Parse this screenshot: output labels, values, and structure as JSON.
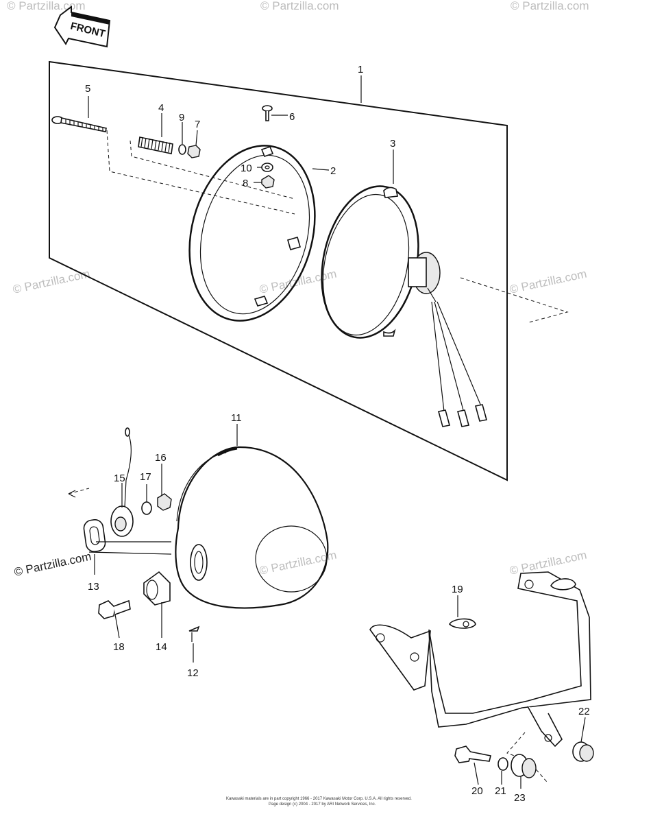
{
  "front_label": "FRONT",
  "watermark_text": "© Partzilla.com",
  "left_watermark_text": "© Partzilla.com",
  "copyright_lines": [
    "Kawasaki materials are in part copyright 1966 - 2017 Kawasaki Motor Corp. U.S.A. All rights reserved.",
    "Page design (c) 2004 - 2017 by ARI Network Services, Inc."
  ],
  "callouts": [
    {
      "id": "c1",
      "label": "1"
    },
    {
      "id": "c2",
      "label": "2"
    },
    {
      "id": "c3",
      "label": "3"
    },
    {
      "id": "c4",
      "label": "4"
    },
    {
      "id": "c5",
      "label": "5"
    },
    {
      "id": "c6",
      "label": "6"
    },
    {
      "id": "c7",
      "label": "7"
    },
    {
      "id": "c8",
      "label": "8"
    },
    {
      "id": "c9",
      "label": "9"
    },
    {
      "id": "c10",
      "label": "10"
    },
    {
      "id": "c11",
      "label": "11"
    },
    {
      "id": "c12",
      "label": "12"
    },
    {
      "id": "c13",
      "label": "13"
    },
    {
      "id": "c14",
      "label": "14"
    },
    {
      "id": "c15",
      "label": "15"
    },
    {
      "id": "c16",
      "label": "16"
    },
    {
      "id": "c17",
      "label": "17"
    },
    {
      "id": "c18",
      "label": "18"
    },
    {
      "id": "c19",
      "label": "19"
    },
    {
      "id": "c20",
      "label": "20"
    },
    {
      "id": "c21",
      "label": "21"
    },
    {
      "id": "c22",
      "label": "22"
    },
    {
      "id": "c23",
      "label": "23"
    }
  ]
}
